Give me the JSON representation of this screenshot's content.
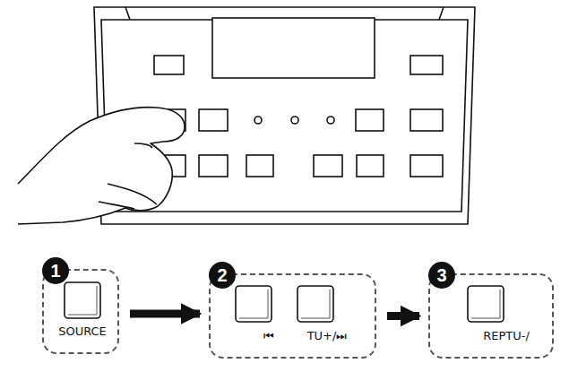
{
  "diagram": {
    "nodes": [
      {
        "text": [
          "1",
          "SOURCE"
        ]
      },
      {
        "text": [
          "2",
          "⏮",
          "TU+/⏭"
        ]
      },
      {
        "text": [
          "3",
          "REPTU-/"
        ]
      }
    ],
    "edges": [
      {
        "from": 0,
        "to": 1,
        "arrow": "to"
      },
      {
        "from": 1,
        "to": 2,
        "arrow": "to"
      }
    ]
  }
}
